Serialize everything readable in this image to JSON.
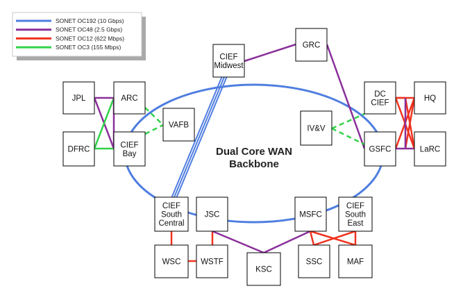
{
  "colors": {
    "oc192": "#4f7ee0",
    "oc48": "#8a2f9a",
    "oc12": "#f0331f",
    "oc3": "#32d24a"
  },
  "legend": [
    {
      "key": "oc192",
      "label": "SONET OC192 (10 Gbps)"
    },
    {
      "key": "oc48",
      "label": "SONET OC48 (2.5 Gbps)"
    },
    {
      "key": "oc12",
      "label": "SONET OC12 (622 Mbps)"
    },
    {
      "key": "oc3",
      "label": "SONET OC3 (155 Mbps)"
    }
  ],
  "backbone": {
    "line1": "Dual Core WAN",
    "line2": "Backbone"
  },
  "nodes": {
    "jpl": {
      "lines": [
        "JPL"
      ]
    },
    "arc": {
      "lines": [
        "ARC"
      ]
    },
    "dfrc": {
      "lines": [
        "DFRC"
      ]
    },
    "cief_bay": {
      "lines": [
        "CIEF",
        "Bay"
      ]
    },
    "vafb": {
      "lines": [
        "VAFB"
      ]
    },
    "cief_midwest": {
      "lines": [
        "CIEF",
        "Midwest"
      ]
    },
    "grc": {
      "lines": [
        "GRC"
      ]
    },
    "dc_cief": {
      "lines": [
        "DC",
        "CIEF"
      ]
    },
    "hq": {
      "lines": [
        "HQ"
      ]
    },
    "ivv": {
      "lines": [
        "IV&V"
      ]
    },
    "gsfc": {
      "lines": [
        "GSFC"
      ]
    },
    "larc": {
      "lines": [
        "LaRC"
      ]
    },
    "cief_south_central": {
      "lines": [
        "CIEF",
        "South",
        "Central"
      ]
    },
    "jsc": {
      "lines": [
        "JSC"
      ]
    },
    "msfc": {
      "lines": [
        "MSFC"
      ]
    },
    "cief_south_east": {
      "lines": [
        "CIEF",
        "South",
        "East"
      ]
    },
    "wsc": {
      "lines": [
        "WSC"
      ]
    },
    "wstf": {
      "lines": [
        "WSTF"
      ]
    },
    "ksc": {
      "lines": [
        "KSC"
      ]
    },
    "ssc": {
      "lines": [
        "SSC"
      ]
    },
    "maf": {
      "lines": [
        "MAF"
      ]
    }
  },
  "links": [
    {
      "from": "jpl",
      "to": "arc",
      "type": "oc48"
    },
    {
      "from": "jpl",
      "to": "cief_bay",
      "type": "oc48"
    },
    {
      "from": "dfrc",
      "to": "cief_bay",
      "type": "oc3"
    },
    {
      "from": "dfrc",
      "to": "arc",
      "type": "oc3"
    },
    {
      "from": "arc",
      "to": "cief_bay",
      "type": "oc48"
    },
    {
      "from": "arc",
      "to": "vafb",
      "type": "oc3",
      "dashed": true
    },
    {
      "from": "cief_bay",
      "to": "vafb",
      "type": "oc3",
      "dashed": true
    },
    {
      "from": "cief_midwest",
      "to": "grc",
      "type": "oc48"
    },
    {
      "from": "grc",
      "to": "gsfc",
      "type": "oc48"
    },
    {
      "from": "ivv",
      "to": "dc_cief",
      "type": "oc3",
      "dashed": true
    },
    {
      "from": "ivv",
      "to": "gsfc",
      "type": "oc3",
      "dashed": true
    },
    {
      "from": "dc_cief",
      "to": "hq",
      "type": "oc12"
    },
    {
      "from": "dc_cief",
      "to": "larc",
      "type": "oc12"
    },
    {
      "from": "gsfc",
      "to": "hq",
      "type": "oc12"
    },
    {
      "from": "gsfc",
      "to": "larc",
      "type": "oc48"
    },
    {
      "from": "dc_cief",
      "to": "gsfc",
      "type": "oc48"
    },
    {
      "from": "cief_south_central",
      "to": "wsc",
      "type": "oc12"
    },
    {
      "from": "wsc",
      "to": "wstf",
      "type": "oc12"
    },
    {
      "from": "jsc",
      "to": "wstf",
      "type": "oc12"
    },
    {
      "from": "jsc",
      "to": "ksc",
      "type": "oc48"
    },
    {
      "from": "msfc",
      "to": "ksc",
      "type": "oc48"
    },
    {
      "from": "msfc",
      "to": "ssc",
      "type": "oc12"
    },
    {
      "from": "msfc",
      "to": "maf",
      "type": "oc12"
    },
    {
      "from": "cief_south_east",
      "to": "ssc",
      "type": "oc12"
    },
    {
      "from": "cief_south_east",
      "to": "maf",
      "type": "oc12"
    }
  ]
}
